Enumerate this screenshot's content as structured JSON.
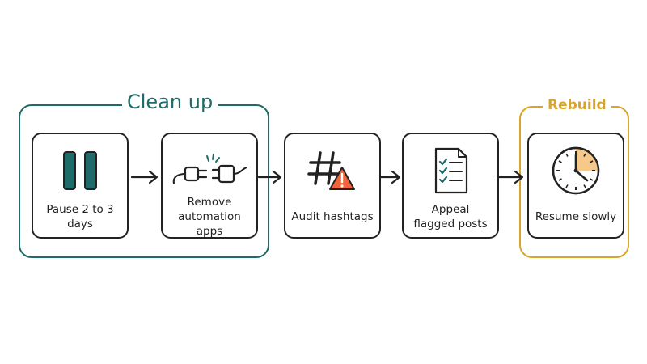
{
  "groups": {
    "cleanup": {
      "label": "Clean up",
      "color": "#1f6b6a"
    },
    "rebuild": {
      "label": "Rebuild",
      "color": "#d8a52a"
    }
  },
  "steps": [
    {
      "label": "Pause 2 to 3 days",
      "icon": "pause-icon"
    },
    {
      "label_lines": [
        "Remove",
        "automation apps"
      ],
      "icon": "unplug-icon"
    },
    {
      "label": "Audit hashtags",
      "icon": "hashtag-warning-icon"
    },
    {
      "label_lines": [
        "Appeal",
        "flagged posts"
      ],
      "icon": "checklist-document-icon"
    },
    {
      "label": "Resume slowly",
      "icon": "clock-icon"
    }
  ],
  "colors": {
    "teal": "#1f6b6a",
    "gold": "#d8a52a",
    "warning_orange": "#f0643c",
    "clock_fill": "#f6c98a",
    "ink": "#222222"
  }
}
